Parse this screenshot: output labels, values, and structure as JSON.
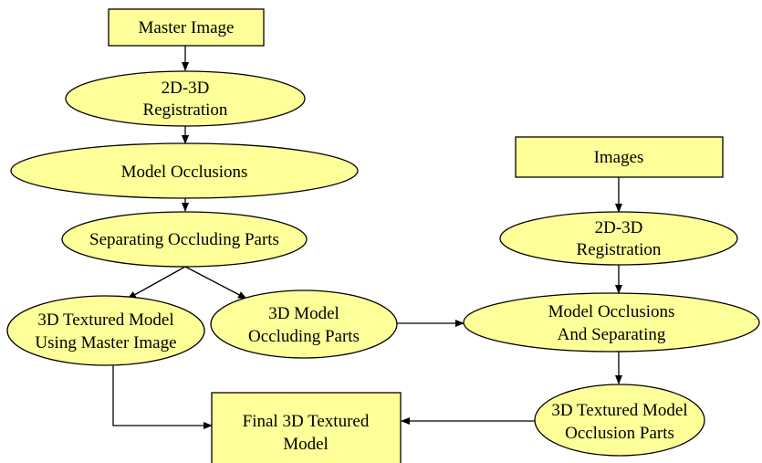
{
  "nodes": {
    "master_image": {
      "lines": [
        "Master Image"
      ]
    },
    "registration_1": {
      "lines": [
        "2D-3D",
        "Registration"
      ]
    },
    "model_occlusions_1": {
      "lines": [
        "Model Occlusions"
      ]
    },
    "separating_occluding_parts": {
      "lines": [
        "Separating Occluding Parts"
      ]
    },
    "textured_model_master": {
      "lines": [
        "3D Textured Model",
        "Using Master Image"
      ]
    },
    "model_occluding_parts": {
      "lines": [
        "3D Model",
        "Occluding Parts"
      ]
    },
    "images": {
      "lines": [
        "Images"
      ]
    },
    "registration_2": {
      "lines": [
        "2D-3D",
        "Registration"
      ]
    },
    "model_occlusions_separating": {
      "lines": [
        "Model Occlusions",
        "And Separating"
      ]
    },
    "textured_model_occlusion": {
      "lines": [
        "3D Textured Model",
        "Occlusion Parts"
      ]
    },
    "final_model": {
      "lines": [
        "Final 3D Textured",
        "Model"
      ]
    }
  },
  "colors": {
    "node_fill": "#ffff99",
    "stroke": "#000000"
  }
}
